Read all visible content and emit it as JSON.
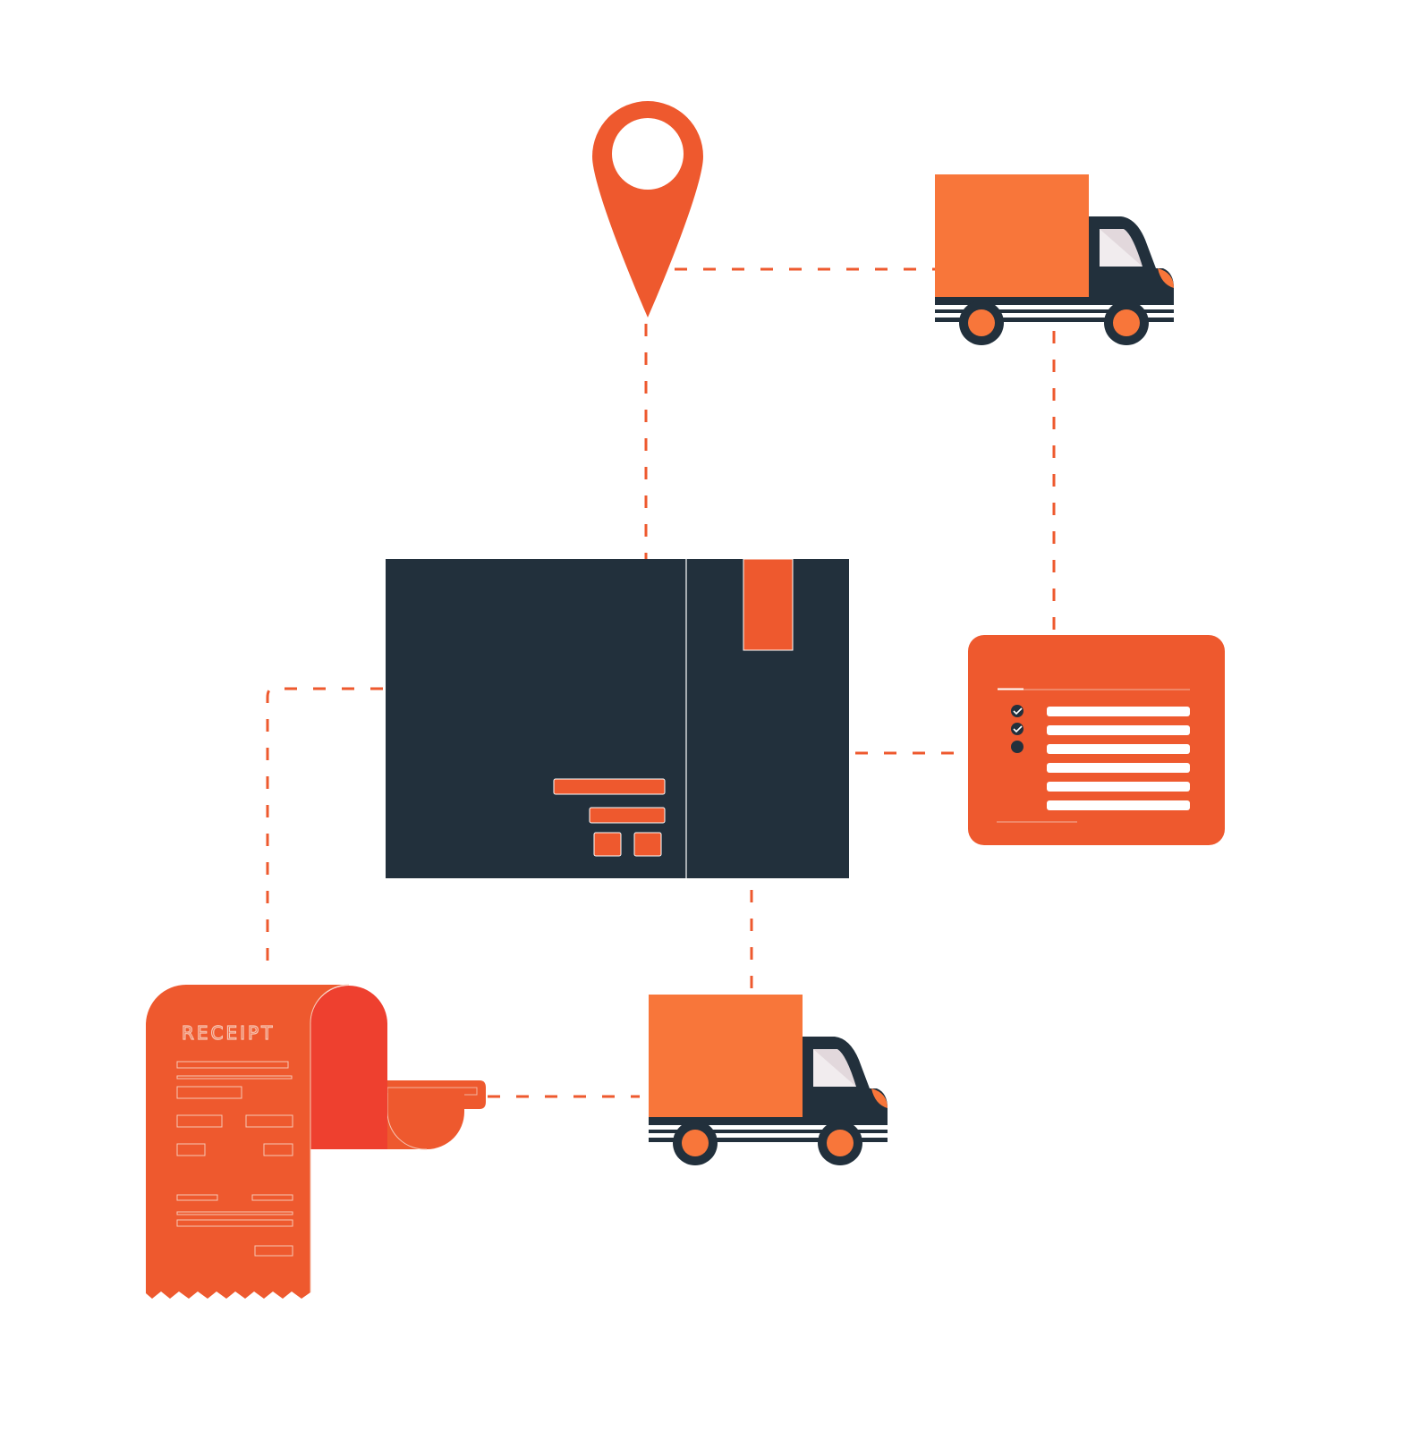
{
  "receipt": {
    "title": "RECEIPT"
  },
  "colors": {
    "primary_orange": "#ee592e",
    "truck_cargo_orange": "#f8763a",
    "receipt_fold_red": "#ee402f",
    "dark_navy": "#22303c",
    "window_gray": "#e2d8dc",
    "connector": "#ee592e"
  },
  "checklist": {
    "items_checked": 2,
    "items_pending": 1,
    "total_lines": 6
  },
  "icons": [
    "location-pin-icon",
    "delivery-truck-icon",
    "package-box-icon",
    "checklist-card-icon",
    "receipt-icon"
  ]
}
